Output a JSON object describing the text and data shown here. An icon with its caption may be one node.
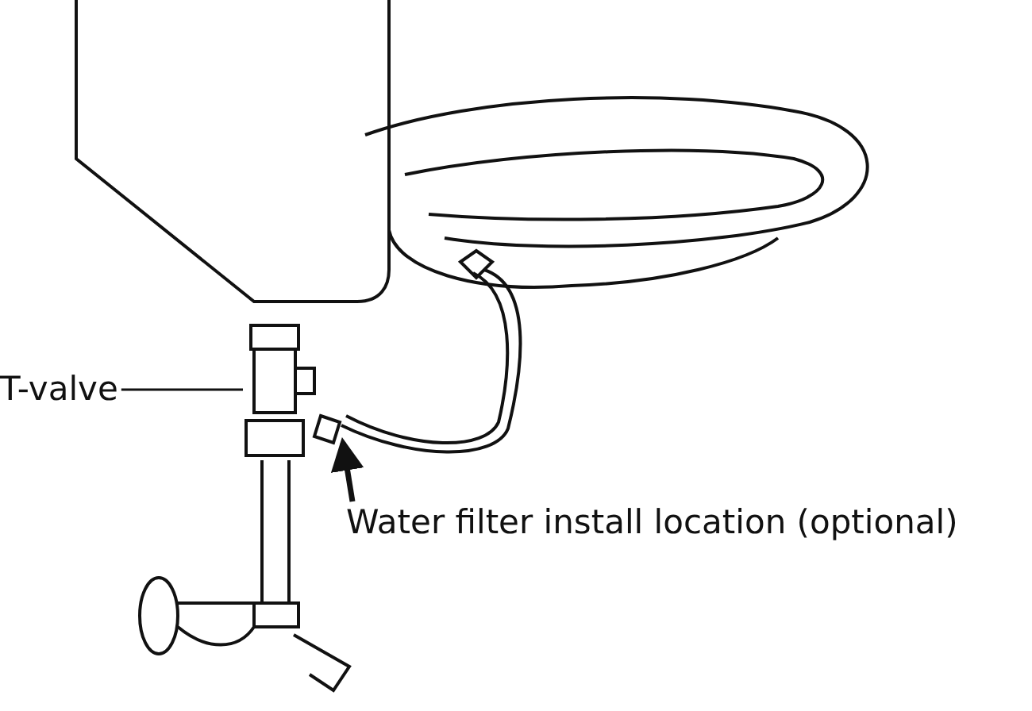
{
  "diagram": {
    "nodes": [
      {
        "text": [
          "T-valve"
        ]
      },
      {
        "text": [],
        "shape": "picture"
      },
      {
        "text": [
          "Water filter install location (optional)"
        ]
      },
      {
        "text": [],
        "shape": "picture"
      }
    ],
    "edges": [
      {
        "from": 0,
        "to": 1,
        "arrow": "none"
      },
      {
        "from": 2,
        "to": 3,
        "arrow": "to",
        "style": "thick"
      }
    ]
  }
}
